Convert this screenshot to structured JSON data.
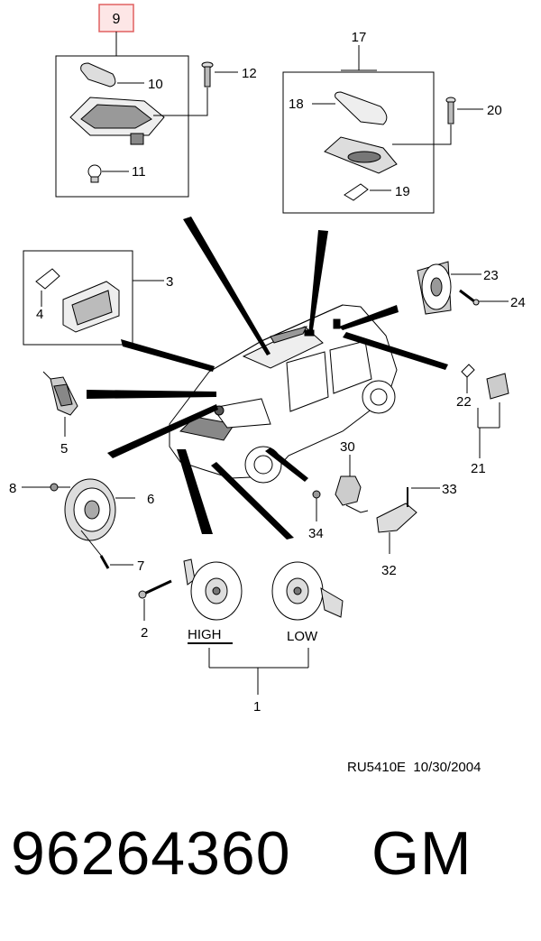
{
  "callouts": {
    "c1": "1",
    "c2": "2",
    "c3": "3",
    "c4": "4",
    "c5": "5",
    "c6": "6",
    "c7": "7",
    "c8": "8",
    "c9": "9",
    "c10": "10",
    "c11": "11",
    "c12": "12",
    "c17": "17",
    "c18": "18",
    "c19": "19",
    "c20": "20",
    "c21": "21",
    "c22": "22",
    "c23": "23",
    "c24": "24",
    "c30": "30",
    "c32": "32",
    "c33": "33",
    "c34": "34"
  },
  "horn_labels": {
    "high": "HIGH",
    "low": "LOW"
  },
  "drawing_code": "RU5410E",
  "drawing_date": "10/30/2004",
  "part_number": "96264360",
  "brand": "GM",
  "colors": {
    "highlight": "#e06060",
    "highlight_fill": "#fde6e6",
    "line": "#000000"
  }
}
